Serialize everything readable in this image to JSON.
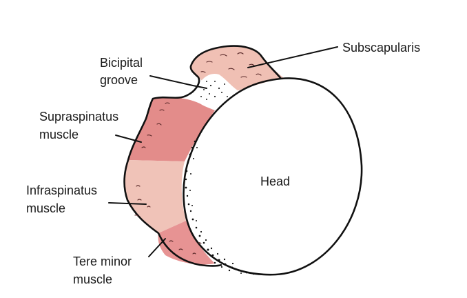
{
  "labels": {
    "subscapularis": "Subscapularis",
    "bicipital_line1": "Bicipital",
    "bicipital_line2": "groove",
    "supraspinatus_line1": "Supraspinatus",
    "supraspinatus_line2": "muscle",
    "infraspinatus_line1": "Infraspinatus",
    "infraspinatus_line2": "muscle",
    "tere_line1": "Tere minor",
    "tere_line2": "muscle",
    "head": "Head"
  },
  "colors": {
    "subscapularis": "#f0c0b4",
    "supraspinatus": "#e38c8a",
    "infraspinatus": "#f0c3b8",
    "tere_minor": "#e79393",
    "head": "#ffffff",
    "outline": "#111111"
  }
}
